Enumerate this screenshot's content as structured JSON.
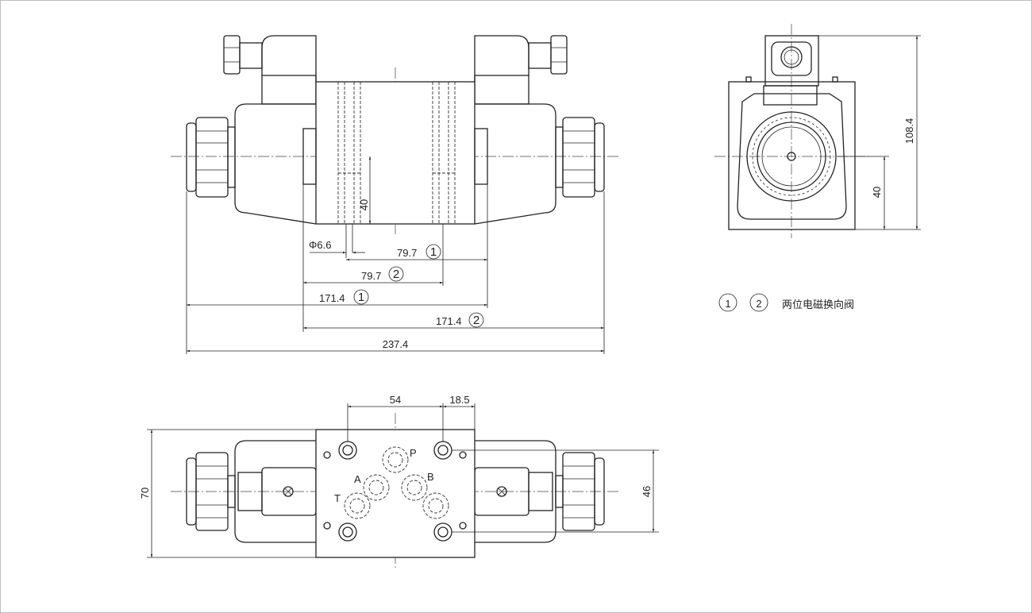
{
  "front_view": {
    "dim_40": "40",
    "dim_phi": "Φ6.6",
    "dim_79_7_1": "79.7",
    "dim_79_7_2": "79.7",
    "dim_171_4_1": "171.4",
    "dim_171_4_2": "171.4",
    "dim_237_4": "237.4",
    "marker_1": "1",
    "marker_2": "2"
  },
  "side_view": {
    "dim_108_4": "108.4",
    "dim_40": "40"
  },
  "bottom_view": {
    "dim_54": "54",
    "dim_18_5": "18.5",
    "dim_70": "70",
    "dim_46": "46",
    "port_p": "P",
    "port_a": "A",
    "port_b": "B",
    "port_t": "T"
  },
  "legend": {
    "marker_1": "1",
    "marker_2": "2",
    "text": "两位电磁换向阀"
  }
}
